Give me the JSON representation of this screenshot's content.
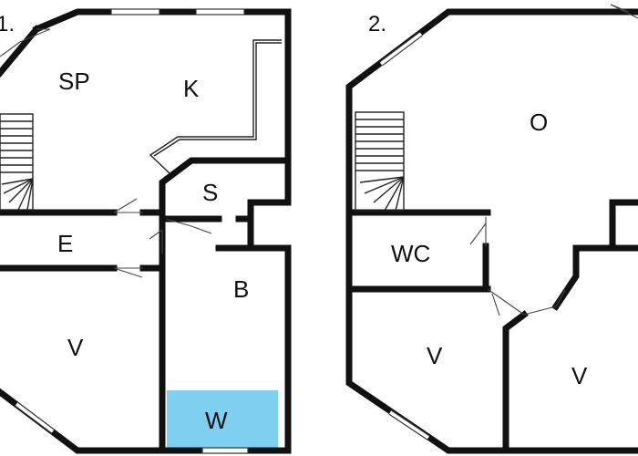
{
  "floors": [
    {
      "label": "1.",
      "rooms": {
        "sp": "SP",
        "k": "K",
        "s": "S",
        "e": "E",
        "b": "B",
        "v": "V",
        "w": "W"
      }
    },
    {
      "label": "2.",
      "rooms": {
        "o": "O",
        "wc": "WC",
        "v1": "V",
        "v2": "V"
      }
    }
  ],
  "colors": {
    "wall": "#111111",
    "highlight": "#7fd0f0",
    "background": "#ffffff"
  }
}
